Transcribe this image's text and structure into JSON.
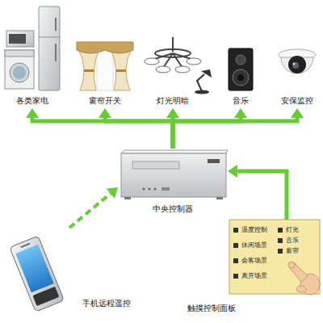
{
  "diagram": {
    "nodes": [
      {
        "text": [
          "各类家电"
        ]
      },
      {
        "text": [
          "窗帘开关"
        ]
      },
      {
        "text": [
          "灯光明暗"
        ]
      },
      {
        "text": [
          "音乐"
        ]
      },
      {
        "text": [
          "安保监控"
        ]
      },
      {
        "text": [
          "中央控制器"
        ]
      },
      {
        "text": [
          "手机远程遥控"
        ]
      },
      {
        "text": [
          "触摸控制面板",
          "温度控制",
          "休闲场景",
          "会客场景",
          "离开场景",
          "灯光",
          "音乐",
          "窗帘"
        ]
      }
    ],
    "edges": [
      {
        "from": 5,
        "to": 0,
        "arrow": "to"
      },
      {
        "from": 5,
        "to": 1,
        "arrow": "to"
      },
      {
        "from": 5,
        "to": 2,
        "arrow": "to"
      },
      {
        "from": 5,
        "to": 3,
        "arrow": "to"
      },
      {
        "from": 5,
        "to": 4,
        "arrow": "to"
      },
      {
        "from": 6,
        "to": 5,
        "arrow": "to"
      },
      {
        "from": 7,
        "to": 5,
        "arrow": "to"
      }
    ]
  }
}
